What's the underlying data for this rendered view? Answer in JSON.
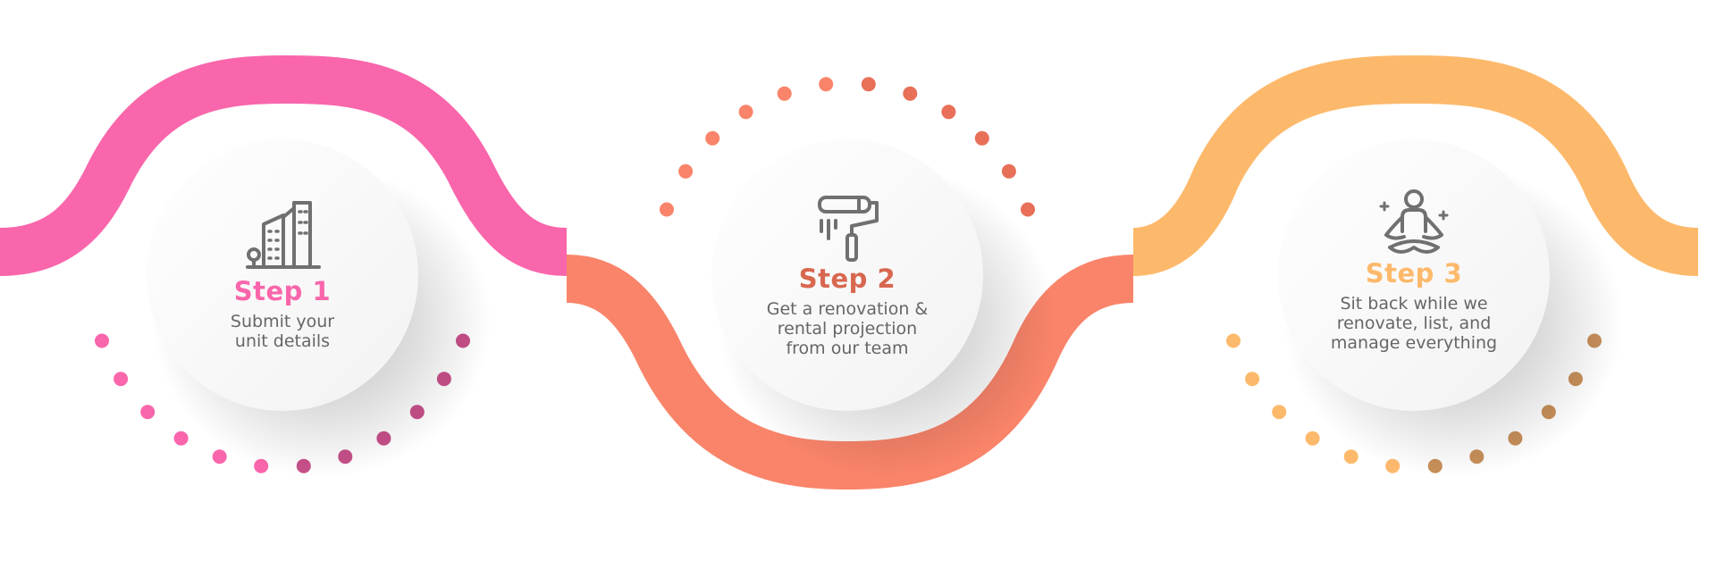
{
  "colors": {
    "pink": "#F966AB",
    "salmon": "#F9846A",
    "orange": "#FDB96B",
    "step2_title": "#D8674F",
    "step3_title": "#FDB96B",
    "desc_text": "#666666",
    "icon_gray": "#707070"
  },
  "steps": [
    {
      "title": "Step 1",
      "description": "Submit your\nunit details",
      "icon": "buildings-icon"
    },
    {
      "title": "Step 2",
      "description": "Get a renovation &\nrental projection\nfrom our team",
      "icon": "paint-roller-icon"
    },
    {
      "title": "Step 3",
      "description": "Sit back while we\nrenovate, list, and\nmanage everything",
      "icon": "meditation-icon"
    }
  ]
}
